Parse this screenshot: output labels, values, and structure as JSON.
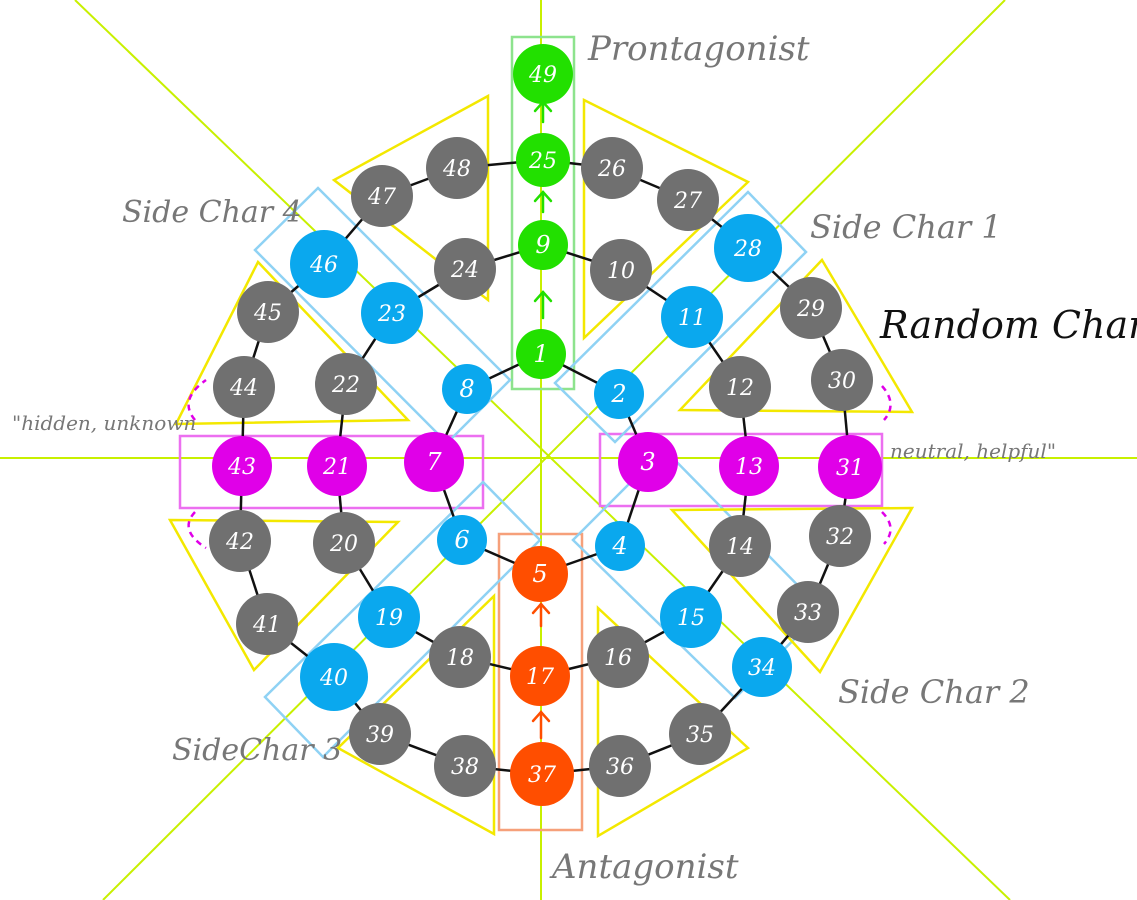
{
  "colors": {
    "guide_lines": "#c8f000",
    "ring_line": "#111111",
    "gray": "#707070",
    "blue": "#0aa8ee",
    "green": "#22e000",
    "magenta": "#e000e8",
    "orange": "#ff4e00",
    "yellow": "#f3e800",
    "box_blue": "#8fd2f4",
    "box_green": "#8de38d",
    "box_magenta": "#ec6ff0",
    "box_orange": "#f6a07a",
    "text_gray": "#777777",
    "text_black": "#111111"
  },
  "nodes": [
    {
      "label": "1",
      "color": "green"
    },
    {
      "label": "2",
      "color": "blue"
    },
    {
      "label": "3",
      "color": "magenta"
    },
    {
      "label": "4",
      "color": "blue"
    },
    {
      "label": "5",
      "color": "orange"
    },
    {
      "label": "6",
      "color": "blue"
    },
    {
      "label": "7",
      "color": "magenta"
    },
    {
      "label": "8",
      "color": "blue"
    },
    {
      "label": "9",
      "color": "green"
    },
    {
      "label": "10",
      "color": "gray"
    },
    {
      "label": "11",
      "color": "blue"
    },
    {
      "label": "12",
      "color": "gray"
    },
    {
      "label": "13",
      "color": "magenta"
    },
    {
      "label": "14",
      "color": "gray"
    },
    {
      "label": "15",
      "color": "blue"
    },
    {
      "label": "16",
      "color": "gray"
    },
    {
      "label": "17",
      "color": "orange"
    },
    {
      "label": "18",
      "color": "gray"
    },
    {
      "label": "19",
      "color": "blue"
    },
    {
      "label": "20",
      "color": "gray"
    },
    {
      "label": "21",
      "color": "magenta"
    },
    {
      "label": "22",
      "color": "gray"
    },
    {
      "label": "23",
      "color": "blue"
    },
    {
      "label": "24",
      "color": "gray"
    },
    {
      "label": "25",
      "color": "green"
    },
    {
      "label": "26",
      "color": "gray"
    },
    {
      "label": "27",
      "color": "gray"
    },
    {
      "label": "28",
      "color": "blue"
    },
    {
      "label": "29",
      "color": "gray"
    },
    {
      "label": "30",
      "color": "gray"
    },
    {
      "label": "31",
      "color": "magenta"
    },
    {
      "label": "32",
      "color": "gray"
    },
    {
      "label": "33",
      "color": "gray"
    },
    {
      "label": "34",
      "color": "blue"
    },
    {
      "label": "35",
      "color": "gray"
    },
    {
      "label": "36",
      "color": "gray"
    },
    {
      "label": "37",
      "color": "orange"
    },
    {
      "label": "38",
      "color": "gray"
    },
    {
      "label": "39",
      "color": "gray"
    },
    {
      "label": "40",
      "color": "blue"
    },
    {
      "label": "41",
      "color": "gray"
    },
    {
      "label": "42",
      "color": "gray"
    },
    {
      "label": "43",
      "color": "magenta"
    },
    {
      "label": "44",
      "color": "gray"
    },
    {
      "label": "45",
      "color": "gray"
    },
    {
      "label": "46",
      "color": "blue"
    },
    {
      "label": "47",
      "color": "gray"
    },
    {
      "label": "48",
      "color": "gray"
    },
    {
      "label": "49",
      "color": "green"
    }
  ],
  "labels": {
    "protagonist": "Prontagonist",
    "antagonist": "Antagonist",
    "side_char_1": "Side Char 1",
    "side_char_2": "Side Char 2",
    "side_char_3": "SideChar 3",
    "side_char_4": "Side Char 4",
    "random_chars": "Random Chars",
    "neutral_helpful": "neutral, helpful\"",
    "hidden_unknown": "\"hidden, unknown"
  }
}
